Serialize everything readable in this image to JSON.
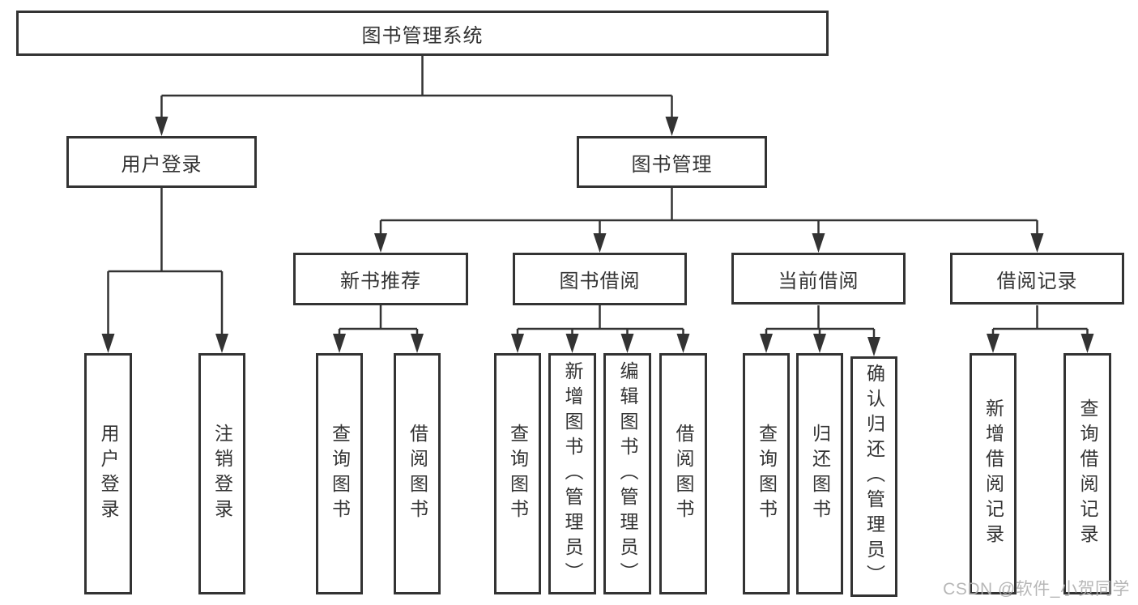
{
  "diagram": {
    "root": {
      "label": "图书管理系统"
    },
    "level2": [
      {
        "label": "用户登录"
      },
      {
        "label": "图书管理"
      }
    ],
    "level3": [
      {
        "label": "新书推荐"
      },
      {
        "label": "图书借阅"
      },
      {
        "label": "当前借阅"
      },
      {
        "label": "借阅记录"
      }
    ],
    "leaves": {
      "user_login": [
        {
          "label": "用户登录"
        },
        {
          "label": "注销登录"
        }
      ],
      "new_book": [
        {
          "label": "查询图书"
        },
        {
          "label": "借阅图书"
        }
      ],
      "book_borrow": [
        {
          "label": "查询图书"
        },
        {
          "label": "新增图书（管理员）"
        },
        {
          "label": "编辑图书（管理员）"
        },
        {
          "label": "借阅图书"
        }
      ],
      "current_borrow": [
        {
          "label": "查询图书"
        },
        {
          "label": "归还图书"
        },
        {
          "label": "确认归还（管理员）"
        }
      ],
      "borrow_records": [
        {
          "label": "新增借阅记录"
        },
        {
          "label": "查询借阅记录"
        }
      ]
    }
  },
  "watermark": {
    "text": "CSDN @软件_小贺同学",
    "color": "#b0b0b0"
  },
  "colors": {
    "background": "#ffffff",
    "line": "#333333",
    "box_border": "#333333",
    "text": "#333333"
  }
}
